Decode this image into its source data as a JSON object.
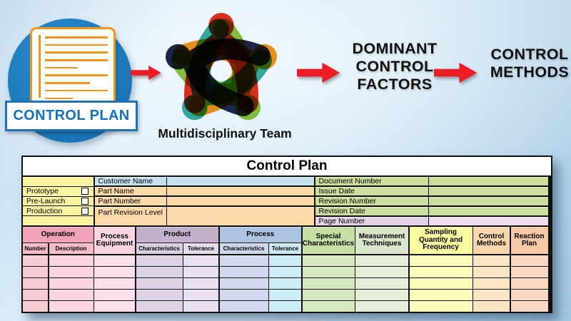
{
  "flow": {
    "control_plan_label": "CONTROL PLAN",
    "team_caption": "Multidisciplinary Team",
    "dominant_text": "DOMINANT\nCONTROL\nFACTORS",
    "methods_text": "CONTROL\nMETHODS",
    "colors": {
      "arrow_red": "#ee1c25",
      "circle_blue": "#1e7dc1",
      "doc_orange": "#f7941e",
      "control_plan_text": "#1472b8",
      "team": [
        "#e8321c",
        "#f7941e",
        "#8dc63f",
        "#35ac9e",
        "#21274d"
      ]
    }
  },
  "table": {
    "title": "Control Plan",
    "build_phases": [
      {
        "label": "Prototype"
      },
      {
        "label": "Pre-Launch"
      },
      {
        "label": "Production"
      }
    ],
    "left_fields": [
      "Customer Name",
      "Part Name",
      "Part Number",
      "Part Revision Level"
    ],
    "right_fields": [
      "Document Number",
      "Issue Date",
      "Revision Number",
      "Revision Date",
      "Page Number"
    ],
    "columns": {
      "operation": {
        "label": "Operation",
        "sub": [
          "Number",
          "Description"
        ]
      },
      "process_equipment": {
        "label": "Process Equipment"
      },
      "product": {
        "label": "Product",
        "sub": [
          "Characteristics",
          "Tolerance"
        ]
      },
      "process": {
        "label": "Process",
        "sub": [
          "Characteristics",
          "Tolerance"
        ]
      },
      "special": {
        "label": "Special Characteristics"
      },
      "measurement": {
        "label": "Measurement Techniques"
      },
      "sampling": {
        "label": "Sampling Quantity and Frequency"
      },
      "control": {
        "label": "Control Methods"
      },
      "reaction": {
        "label": "Reaction Plan"
      }
    },
    "data_rows": 5,
    "data_col_colors": [
      "#f8cad1",
      "#fad5e1",
      "#fbdfea",
      "#ded3e6",
      "#ebdff2",
      "#d2d9ec",
      "#cdedf6",
      "#d6e8c0",
      "#e4eed8",
      "#fcfcba",
      "#fde4c3",
      "#fbd7c3"
    ]
  }
}
